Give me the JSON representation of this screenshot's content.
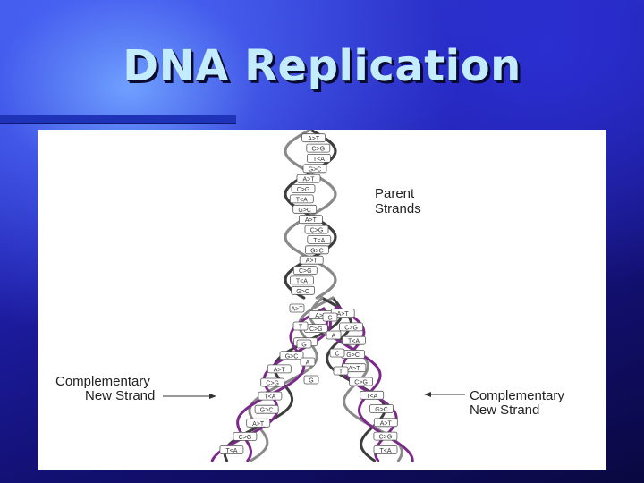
{
  "slide": {
    "title": "DNA Replication"
  },
  "diagram": {
    "labels": {
      "parent_line1": "Parent",
      "parent_line2": "Strands",
      "comp_left_line1": "Complementary",
      "comp_left_line2": "New Strand",
      "comp_right_line1": "Complementary",
      "comp_right_line2": "New Strand"
    },
    "pairs_top": [
      "A>T",
      "C>G",
      "T<A",
      "G>C",
      "A>T",
      "C>G",
      "T<A",
      "G>C",
      "A>T",
      "C>G",
      "T<A",
      "G>C",
      "A>T",
      "C>G",
      "T<A",
      "G>C"
    ],
    "pairs_fork": [
      "A>T",
      "C",
      "T",
      "A",
      "G",
      "C",
      "A",
      "T",
      "G"
    ],
    "pairs_left": [
      "A>T",
      "C>G",
      "T<A",
      "G>C",
      "A>T",
      "C>G",
      "T<A",
      "G>C",
      "A>T",
      "C>G",
      "T<A"
    ],
    "pairs_right": [
      "A>T",
      "C>G",
      "T<A",
      "G>C",
      "A>T",
      "C>G",
      "T<A",
      "G>C",
      "A>T",
      "C>G",
      "T<A"
    ],
    "colors": {
      "strand": "#8a8a8a",
      "strand_dark": "#3d3d3d",
      "new_strand": "#7b2a8a",
      "text": "#222222"
    }
  }
}
